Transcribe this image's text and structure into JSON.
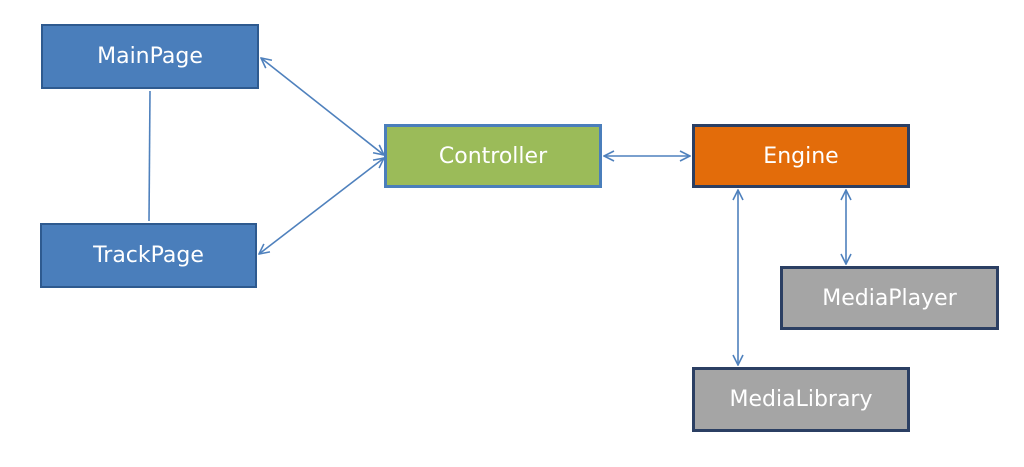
{
  "nodes": {
    "main_page": "MainPage",
    "track_page": "TrackPage",
    "controller": "Controller",
    "engine": "Engine",
    "media_player": "MediaPlayer",
    "media_library": "MediaLibrary"
  },
  "colors": {
    "page_blue": "#4a7ebb",
    "controller_green": "#9bbb59",
    "engine_orange": "#e36c0a",
    "media_gray": "#a5a5a5",
    "connector": "#4f81bd"
  },
  "edges": [
    {
      "from": "MainPage",
      "to": "TrackPage",
      "type": "line"
    },
    {
      "from": "MainPage",
      "to": "Controller",
      "type": "bidirectional-arrow"
    },
    {
      "from": "TrackPage",
      "to": "Controller",
      "type": "bidirectional-arrow"
    },
    {
      "from": "Controller",
      "to": "Engine",
      "type": "bidirectional-arrow"
    },
    {
      "from": "Engine",
      "to": "MediaPlayer",
      "type": "bidirectional-arrow"
    },
    {
      "from": "Engine",
      "to": "MediaLibrary",
      "type": "bidirectional-arrow"
    }
  ]
}
